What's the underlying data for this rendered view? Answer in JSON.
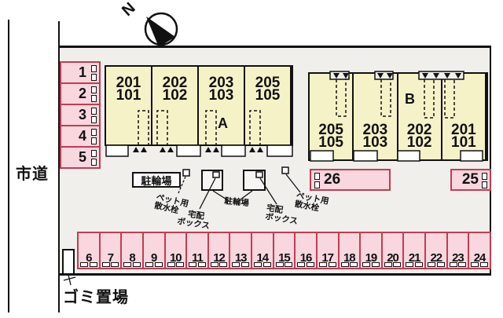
{
  "compass": {
    "label": "N"
  },
  "labels": {
    "road": "市道",
    "garbage": "ゴミ置場",
    "bike_parking_boxed": "駐輪場",
    "bike_parking_small": "駐輪場",
    "pet_faucet_line1": "ペット用",
    "pet_faucet_line2": "散水栓",
    "delivery_line1": "宅配",
    "delivery_line2": "ボックス"
  },
  "parking": {
    "left_column": [
      "1",
      "2",
      "3",
      "4",
      "5"
    ],
    "bottom_row": [
      "6",
      "7",
      "8",
      "9",
      "10",
      "11",
      "12",
      "13",
      "14",
      "15",
      "16",
      "17",
      "18",
      "19",
      "20",
      "21",
      "22",
      "23",
      "24"
    ],
    "space_26": "26",
    "space_25": "25"
  },
  "building_a": {
    "label": "A",
    "units": [
      {
        "upper": "201",
        "lower": "101"
      },
      {
        "upper": "202",
        "lower": "102"
      },
      {
        "upper": "203",
        "lower": "103"
      },
      {
        "upper": "205",
        "lower": "105"
      }
    ]
  },
  "building_b": {
    "label": "B",
    "units": [
      {
        "upper": "205",
        "lower": "105"
      },
      {
        "upper": "203",
        "lower": "103"
      },
      {
        "upper": "202",
        "lower": "102"
      },
      {
        "upper": "201",
        "lower": "101"
      }
    ]
  },
  "colors": {
    "stall_fill": "#f8d7df",
    "stall_border": "#c43b52",
    "building_fill": "#f6f2c8",
    "site_fill": "#f0efec",
    "line": "#111111"
  }
}
